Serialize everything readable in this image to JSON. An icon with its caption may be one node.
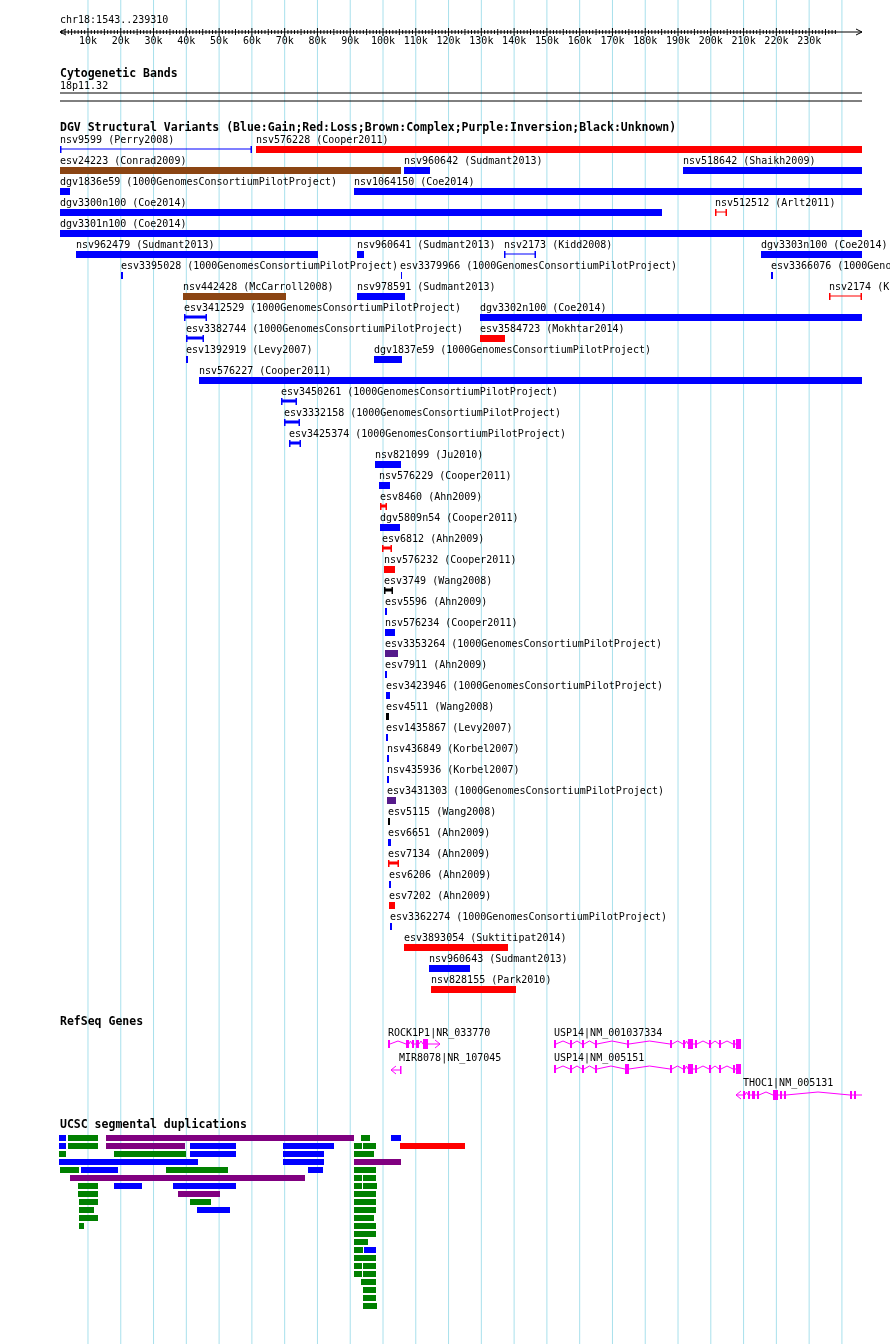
{
  "diagram": {
    "labels": [
      "chr18:1543..239310",
      "10k",
      "20k",
      "30k",
      "40k",
      "50k",
      "60k",
      "70k",
      "80k",
      "90k",
      "100k",
      "110k",
      "120k",
      "130k",
      "140k",
      "150k",
      "160k",
      "170k",
      "180k",
      "190k",
      "200k",
      "210k",
      "220k",
      "230k",
      "Cytogenetic Bands",
      "18p11.32",
      "DGV Structural Variants (Blue:Gain;Red:Loss;Brown:Complex;Purple:Inversion;Black:Unknown)",
      "nsv9599 (Perry2008)",
      "nsv576228 (Cooper2011)",
      "esv24223 (Conrad2009)",
      "nsv960642 (Sudmant2013)",
      "nsv518642 (Shaikh2009)",
      "dgv1836e59 (1000GenomesConsortiumPilotProject)",
      "nsv1064150 (Coe2014)",
      "dgv3300n100 (Coe2014)",
      "nsv512512 (Arlt2011)",
      "dgv3301n100 (Coe2014)",
      "nsv962479 (Sudmant2013)",
      "nsv960641 (Sudmant2013)",
      "nsv2173 (Kidd2008)",
      "dgv3303n100 (Coe2014)",
      "esv3395028 (1000GenomesConsortiumPilotProject)",
      "esv3379966 (1000GenomesConsortiumPilotProject)",
      "esv3366076 (1000Geno",
      "nsv442428 (McCarroll2008)",
      "nsv978591 (Sudmant2013)",
      "nsv2174 (K",
      "esv3412529 (1000GenomesConsortiumPilotProject)",
      "dgv3302n100 (Coe2014)",
      "esv3382744 (1000GenomesConsortiumPilotProject)",
      "esv3584723 (Mokhtar2014)",
      "esv1392919 (Levy2007)",
      "dgv1837e59 (1000GenomesConsortiumPilotProject)",
      "nsv576227 (Cooper2011)",
      "esv3450261 (1000GenomesConsortiumPilotProject)",
      "esv3332158 (1000GenomesConsortiumPilotProject)",
      "esv3425374 (1000GenomesConsortiumPilotProject)",
      "nsv821099 (Ju2010)",
      "nsv576229 (Cooper2011)",
      "esv8460 (Ahn2009)",
      "dgv5809n54 (Cooper2011)",
      "esv6812 (Ahn2009)",
      "nsv576232 (Cooper2011)",
      "esv3749 (Wang2008)",
      "esv5596 (Ahn2009)",
      "nsv576234 (Cooper2011)",
      "esv3353264 (1000GenomesConsortiumPilotProject)",
      "esv7911 (Ahn2009)",
      "esv3423946 (1000GenomesConsortiumPilotProject)",
      "esv4511 (Wang2008)",
      "esv1435867 (Levy2007)",
      "nsv436849 (Korbel2007)",
      "nsv435936 (Korbel2007)",
      "esv3431303 (1000GenomesConsortiumPilotProject)",
      "esv5115 (Wang2008)",
      "esv6651 (Ahn2009)",
      "esv7134 (Ahn2009)",
      "esv6206 (Ahn2009)",
      "esv7202 (Ahn2009)",
      "esv3362274 (1000GenomesConsortiumPilotProject)",
      "esv3893054 (Suktitipat2014)",
      "nsv960643 (Sudmant2013)",
      "nsv828155 (Park2010)",
      "RefSeq Genes",
      "ROCK1P1|NR_033770",
      "USP14|NM_001037334",
      "MIR8078|NR_107045",
      "USP14|NM_005151",
      "THOC1|NM_005131",
      "UCSC segmental duplications"
    ]
  }
}
